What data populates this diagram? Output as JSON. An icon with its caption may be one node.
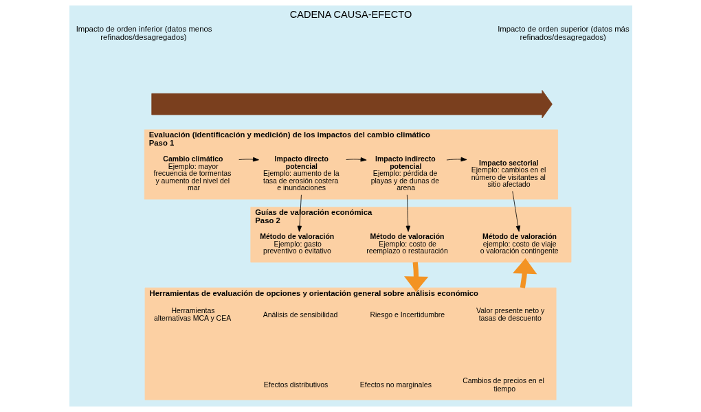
{
  "diagram": {
    "title": "CADENA CAUSA-EFECTO",
    "nodes": [
      {
        "text": [
          "Evaluación (identificación y medición) de los impactos del cambio climático",
          "Paso 1"
        ]
      },
      {
        "text": [
          "Cambio climático",
          "Ejemplo: mayor frecuencia de tormentas y aumento del nivel del mar"
        ],
        "in": 0
      },
      {
        "text": [
          "Impacto directo potencial",
          "Ejemplo: aumento de la tasa de erosión costera e inundaciones"
        ],
        "in": 0
      },
      {
        "text": [
          "Impacto indirecto potencial",
          "Ejemplo: pérdida de playas y de dunas de arena"
        ],
        "in": 0
      },
      {
        "text": [
          "Impacto sectorial",
          "Ejemplo: cambios en el número de visitantes al sitio afectado"
        ],
        "in": 0
      },
      {
        "text": [
          "Guías de valoración económica",
          "Paso 2"
        ]
      },
      {
        "text": [
          "Método de valoración",
          "Ejemplo: gasto preventivo o evitativo"
        ],
        "in": 5
      },
      {
        "text": [
          "Método de valoración",
          "Ejemplo: costo de reemplazo o restauración"
        ],
        "in": 5
      },
      {
        "text": [
          "Método de valoración",
          "ejemplo: costo de viaje o valoración contingente"
        ],
        "in": 5
      },
      {
        "text": [
          "Herramientas de evaluación de opciones y orientación general sobre análisis económico"
        ]
      },
      {
        "text": [
          "Herramientas alternativas MCA y CEA"
        ],
        "in": 9
      },
      {
        "text": [
          "Análisis de sensibilidad"
        ],
        "in": 9
      },
      {
        "text": [
          "Riesgo e Incertidumbre"
        ],
        "in": 9
      },
      {
        "text": [
          "Valor presente neto y tasas de descuento"
        ],
        "in": 9
      },
      {
        "text": [
          "Efectos distributivos"
        ],
        "in": 9
      },
      {
        "text": [
          "Efectos no marginales"
        ],
        "in": 9
      },
      {
        "text": [
          "Cambios de precios en el tiempo"
        ],
        "in": 9
      },
      {
        "text": [],
        "shape": "arrow"
      }
    ],
    "edges": [
      {
        "from": 1,
        "to": 2,
        "arrow": "to"
      },
      {
        "from": 2,
        "to": 3,
        "arrow": "to"
      },
      {
        "from": 3,
        "to": 4,
        "arrow": "to"
      },
      {
        "from": 2,
        "to": 6,
        "arrow": "to"
      },
      {
        "from": 3,
        "to": 7,
        "arrow": "to"
      },
      {
        "from": 4,
        "to": 8,
        "arrow": "to"
      },
      {
        "from": 5,
        "to": 9,
        "arrow": "to",
        "style": "thick",
        "color": "#f39323"
      },
      {
        "from": 9,
        "to": 5,
        "arrow": "to",
        "style": "thick",
        "color": "#f39323"
      }
    ],
    "labels": [
      "Impacto de orden inferior (datos menos refinados/desagregados)",
      "Impacto de orden superior (datos más refinados/desagregados)"
    ]
  }
}
